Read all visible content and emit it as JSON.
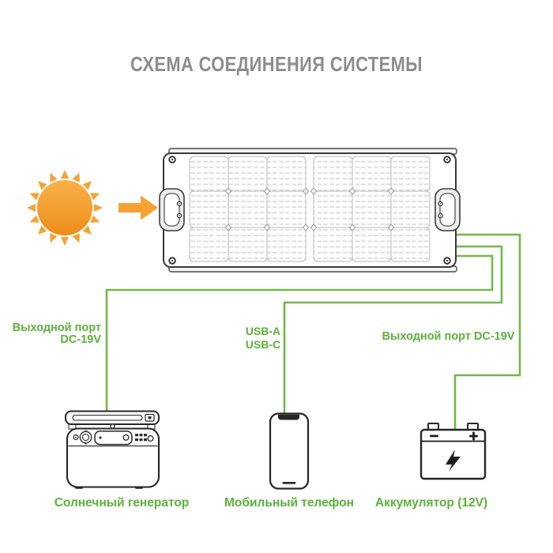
{
  "page": {
    "title": "СХЕМА СОЕДИНЕНИЯ СИСТЕМЫ"
  },
  "connections": {
    "generator_port": {
      "line1": "Выходной порт",
      "line2": "DC-19V"
    },
    "usb": {
      "line1": "USB-A",
      "line2": "USB-C"
    },
    "battery_port": {
      "text": "Выходной порт DC-19V"
    }
  },
  "devices": {
    "generator": {
      "label": "Солнечный генератор"
    },
    "phone": {
      "label": "Мобильный телефон"
    },
    "battery": {
      "label": "Аккумулятор (12V)"
    }
  },
  "colors": {
    "cable_green": "#74b847",
    "label_green": "#5cb23c",
    "title_gray": "#8c8c8c",
    "sun_orange_light": "#f9b24a",
    "sun_orange_dark": "#ee8d1a",
    "arrow_orange": "#f6a233",
    "outline_dark": "#262626"
  },
  "icons": {
    "sun": "sun-icon",
    "arrow": "arrow-right-icon",
    "solar_panel": "solar-panel-icon",
    "generator": "power-station-icon",
    "phone": "smartphone-icon",
    "battery": "car-battery-icon",
    "bolt": "lightning-bolt-icon"
  }
}
